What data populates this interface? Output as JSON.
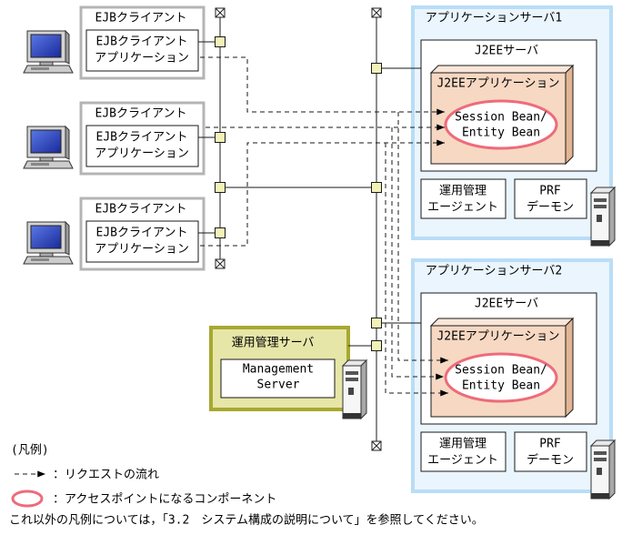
{
  "clients": [
    {
      "title": "EJBクライアント",
      "app_line1": "EJBクライアント",
      "app_line2": "アプリケーション"
    },
    {
      "title": "EJBクライアント",
      "app_line1": "EJBクライアント",
      "app_line2": "アプリケーション"
    },
    {
      "title": "EJBクライアント",
      "app_line1": "EJBクライアント",
      "app_line2": "アプリケーション"
    }
  ],
  "app_servers": [
    {
      "title": "アプリケーションサーバ1",
      "j2ee_server": "J2EEサーバ",
      "j2ee_application": "J2EEアプリケーション",
      "component_line1": "Session Bean/",
      "component_line2": "Entity Bean",
      "agent_line1": "運用管理",
      "agent_line2": "エージェント",
      "prf_line1": "PRF",
      "prf_line2": "デーモン"
    },
    {
      "title": "アプリケーションサーバ2",
      "j2ee_server": "J2EEサーバ",
      "j2ee_application": "J2EEアプリケーション",
      "component_line1": "Session Bean/",
      "component_line2": "Entity Bean",
      "agent_line1": "運用管理",
      "agent_line2": "エージェント",
      "prf_line1": "PRF",
      "prf_line2": "デーモン"
    }
  ],
  "management_server": {
    "title": "運用管理サーバ",
    "app_line1": "Management",
    "app_line2": "Server"
  },
  "legend": {
    "heading": "(凡例)",
    "request_flow": "：リクエストの流れ",
    "access_point": "：アクセスポイントになるコンポーネント",
    "note": "これ以外の凡例については，「3.2　システム構成の説明について」を参照してください。"
  },
  "icons": {
    "client_machine": "computer-icon",
    "server_machine": "server-icon",
    "network_end": "network-terminator-icon",
    "network_port": "connection-point-icon",
    "request_arrow": "dashed-arrow-icon"
  },
  "colors": {
    "client_border": "#b4b4b4",
    "app_server_border": "#b9ddf7",
    "app_server_fill": "#eaf5fd",
    "j2ee_app_front": "#f6d8c3",
    "j2ee_app_top": "#fae6d8",
    "j2ee_app_side": "#e3b594",
    "access_point": "#ee6b7b",
    "mgmt_border": "#a8a832",
    "mgmt_fill": "#e6e6a8",
    "port_fill": "#f2f2b8"
  }
}
